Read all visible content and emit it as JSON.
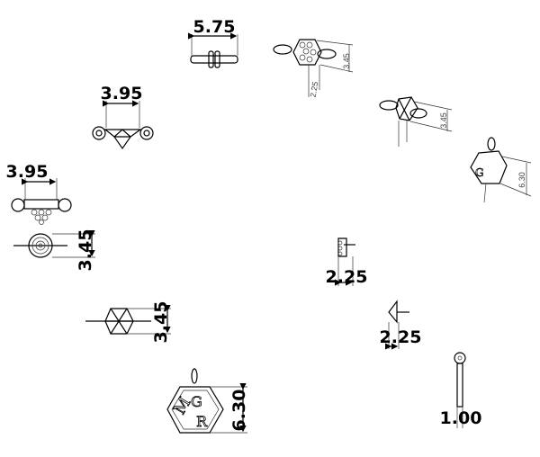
{
  "front_views": [
    {
      "part": "bar-connector",
      "dimension": "5.75"
    },
    {
      "part": "diamond-connector",
      "dimension": "3.95"
    },
    {
      "part": "pave-connector-top",
      "dimension": "3.95"
    },
    {
      "part": "pave-connector-side",
      "dimension": "3.45"
    },
    {
      "part": "hexagon-connector",
      "dimension": "3.45"
    },
    {
      "part": "mgr-charm",
      "dimension": "6.30"
    },
    {
      "part": "pave-connector-profile",
      "dimension": "2.25"
    },
    {
      "part": "diamond-connector-profile",
      "dimension": "2.25"
    },
    {
      "part": "mgr-charm-profile",
      "dimension": "1.00"
    }
  ],
  "isometric_views": [
    {
      "part": "pave-connector-iso",
      "height": "3.45",
      "depth": "2.25"
    },
    {
      "part": "diamond-connector-iso",
      "height": "3.45"
    },
    {
      "part": "mgr-charm-iso",
      "height": "6.30"
    }
  ],
  "charm_letters": [
    "M",
    "G",
    "R"
  ]
}
